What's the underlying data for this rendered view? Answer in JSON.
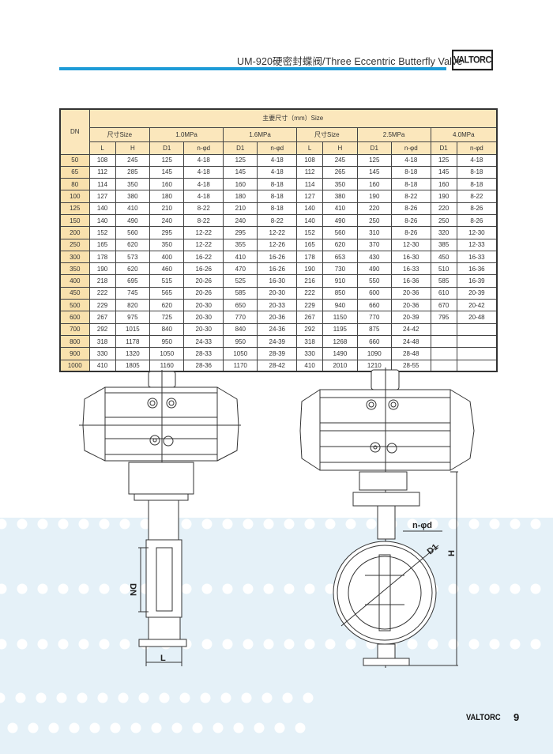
{
  "header": {
    "title": "UM-920硬密封蝶阀/Three Eccentric Butterfly Valve",
    "logo": "VALTORC"
  },
  "table": {
    "dn_label": "DN",
    "main_title": "主要尺寸（mm）Size",
    "groups": [
      "尺寸Size",
      "1.0MPa",
      "1.6MPa",
      "尺寸Size",
      "2.5MPa",
      "4.0MPa"
    ],
    "subheaders": [
      "L",
      "H",
      "D1",
      "n-φd",
      "D1",
      "n-φd",
      "L",
      "H",
      "D1",
      "n-φd",
      "D1",
      "n-φd"
    ],
    "rows": [
      [
        "50",
        "108",
        "245",
        "125",
        "4-18",
        "125",
        "4-18",
        "108",
        "245",
        "125",
        "4-18",
        "125",
        "4-18"
      ],
      [
        "65",
        "112",
        "285",
        "145",
        "4-18",
        "145",
        "4-18",
        "112",
        "265",
        "145",
        "8-18",
        "145",
        "8-18"
      ],
      [
        "80",
        "114",
        "350",
        "160",
        "4-18",
        "160",
        "8-18",
        "114",
        "350",
        "160",
        "8-18",
        "160",
        "8-18"
      ],
      [
        "100",
        "127",
        "380",
        "180",
        "4-18",
        "180",
        "8-18",
        "127",
        "380",
        "190",
        "8-22",
        "190",
        "8-22"
      ],
      [
        "125",
        "140",
        "410",
        "210",
        "8-22",
        "210",
        "8-18",
        "140",
        "410",
        "220",
        "8-26",
        "220",
        "8-26"
      ],
      [
        "150",
        "140",
        "490",
        "240",
        "8-22",
        "240",
        "8-22",
        "140",
        "490",
        "250",
        "8-26",
        "250",
        "8-26"
      ],
      [
        "200",
        "152",
        "560",
        "295",
        "12-22",
        "295",
        "12-22",
        "152",
        "560",
        "310",
        "8-26",
        "320",
        "12-30"
      ],
      [
        "250",
        "165",
        "620",
        "350",
        "12-22",
        "355",
        "12-26",
        "165",
        "620",
        "370",
        "12-30",
        "385",
        "12-33"
      ],
      [
        "300",
        "178",
        "573",
        "400",
        "16-22",
        "410",
        "16-26",
        "178",
        "653",
        "430",
        "16-30",
        "450",
        "16-33"
      ],
      [
        "350",
        "190",
        "620",
        "460",
        "16-26",
        "470",
        "16-26",
        "190",
        "730",
        "490",
        "16-33",
        "510",
        "16-36"
      ],
      [
        "400",
        "218",
        "695",
        "515",
        "20-26",
        "525",
        "16-30",
        "216",
        "910",
        "550",
        "16-36",
        "585",
        "16-39"
      ],
      [
        "450",
        "222",
        "745",
        "565",
        "20-26",
        "585",
        "20-30",
        "222",
        "850",
        "600",
        "20-36",
        "610",
        "20-39"
      ],
      [
        "500",
        "229",
        "820",
        "620",
        "20-30",
        "650",
        "20-33",
        "229",
        "940",
        "660",
        "20-36",
        "670",
        "20-42"
      ],
      [
        "600",
        "267",
        "975",
        "725",
        "20-30",
        "770",
        "20-36",
        "267",
        "1150",
        "770",
        "20-39",
        "795",
        "20-48"
      ],
      [
        "700",
        "292",
        "1015",
        "840",
        "20-30",
        "840",
        "24-36",
        "292",
        "1195",
        "875",
        "24-42",
        "",
        ""
      ],
      [
        "800",
        "318",
        "1178",
        "950",
        "24-33",
        "950",
        "24-39",
        "318",
        "1268",
        "660",
        "24-48",
        "",
        ""
      ],
      [
        "900",
        "330",
        "1320",
        "1050",
        "28-33",
        "1050",
        "28-39",
        "330",
        "1490",
        "1090",
        "28-48",
        "",
        ""
      ],
      [
        "1000",
        "410",
        "1805",
        "1160",
        "28-36",
        "1170",
        "28-42",
        "410",
        "2010",
        "1210",
        "28-55",
        "",
        ""
      ]
    ]
  },
  "drawings": {
    "dn": "DN",
    "l": "L",
    "nphid": "n-φd",
    "d1": "D1",
    "h": "H"
  },
  "footer": {
    "brand": "VALTORC",
    "page": "9"
  },
  "colors": {
    "accent": "#1d9bd7",
    "header_bg": "#fbe7bc",
    "band": "#e5f1f8"
  }
}
